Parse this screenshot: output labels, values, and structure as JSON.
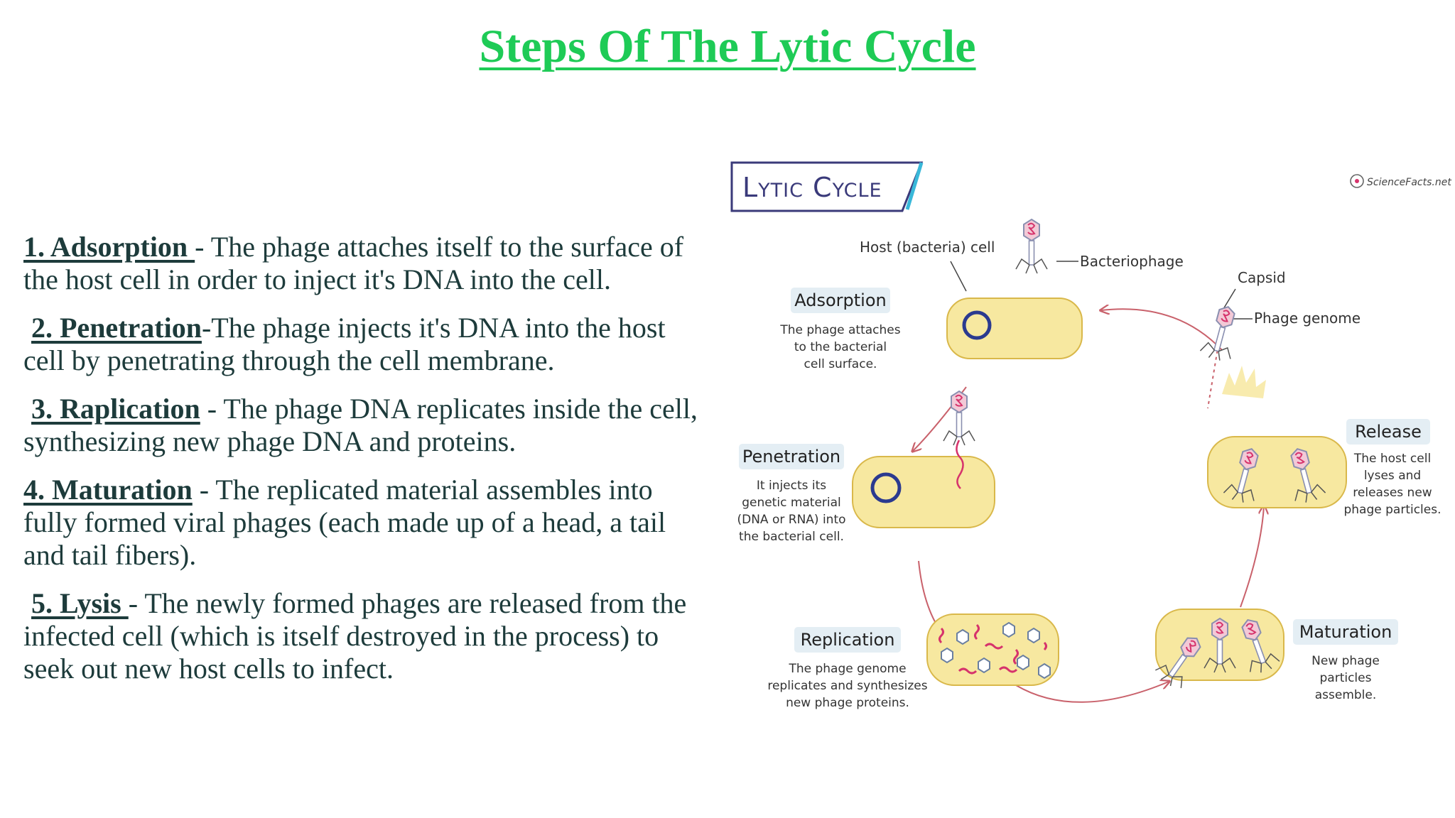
{
  "title": "Steps Of The Lytic Cycle",
  "steps": [
    {
      "name": "1. Adsorption ",
      "desc": "- The phage attaches itself to the surface of the host cell in order to inject it's DNA into the cell."
    },
    {
      "name": "2. Penetration",
      "desc": "-The phage injects it's DNA into the host cell by penetrating through the cell membrane."
    },
    {
      "name": "3. Raplication",
      "desc": " - The phage DNA replicates inside the cell, synthesizing new phage DNA and proteins."
    },
    {
      "name": "4. Maturation",
      "desc": " - The replicated material assembles into fully formed viral phages (each made up of a head, a tail and tail fibers)."
    },
    {
      "name": "5. Lysis ",
      "desc": "- The newly formed phages are released from the infected cell (which is itself destroyed in the process) to seek out new host cells to infect."
    }
  ],
  "diagram": {
    "heading": "Lytic Cycle",
    "brand": "ScienceFacts.net",
    "labels": {
      "host_cell": "Host (bacteria) cell",
      "bacteriophage": "Bacteriophage",
      "capsid": "Capsid",
      "phage_genome": "Phage genome"
    },
    "stages": {
      "adsorption": {
        "title": "Adsorption",
        "lines": [
          "The phage attaches",
          "to the bacterial",
          "cell surface."
        ]
      },
      "penetration": {
        "title": "Penetration",
        "lines": [
          "It injects its",
          "genetic material",
          "(DNA or RNA) into",
          "the bacterial cell."
        ]
      },
      "replication": {
        "title": "Replication",
        "lines": [
          "The phage genome",
          "replicates and synthesizes",
          "new phage proteins."
        ]
      },
      "maturation": {
        "title": "Maturation",
        "lines": [
          "New phage",
          "particles",
          "assemble."
        ]
      },
      "release": {
        "title": "Release",
        "lines": [
          "The host cell",
          "lyses and",
          "releases new",
          "phage particles."
        ]
      }
    },
    "colors": {
      "cell_fill": "#f7e8a0",
      "cell_stroke": "#d9b84a",
      "label_bg": "#e4eef4",
      "arrow": "#c9616b",
      "dna": "#d6336c",
      "heading_border": "#3a3a7a"
    }
  }
}
